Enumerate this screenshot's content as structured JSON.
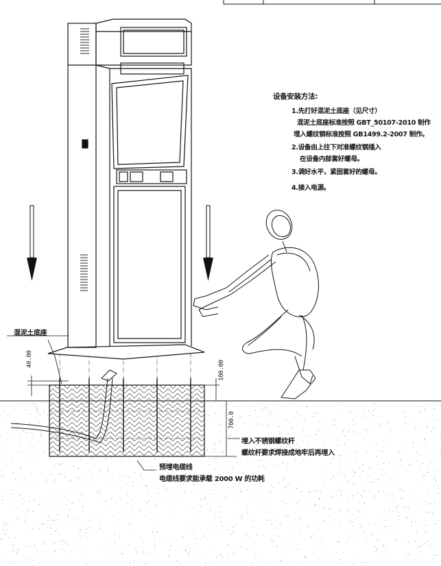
{
  "instructions": {
    "title": "设备安装方法:",
    "steps": [
      "1.先打好混泥土底座（见尺寸）",
      "混泥土底座标准按照 GBT_50107-2010 制作",
      "埋入螺纹钢标准按照 GB1499.2-2007 制作。",
      "2.设备由上往下对准螺纹钢插入",
      "在设备内部套好螺母。",
      "3.调好水平，紧固套好的螺母。",
      "4.接入电源。"
    ]
  },
  "labels": {
    "concrete_base": "混泥土底座",
    "bolt_line1": "埋入不锈钢螺纹杆",
    "bolt_line2": "螺纹杆要求焊接成地牢后再埋入",
    "cable_line1": "预埋电缆线",
    "cable_line2": "电缆线要求能承载 2000 W 的功耗"
  },
  "dimensions": {
    "d40": "40.00",
    "d100": "100.00",
    "d700": "700.0"
  },
  "colors": {
    "ink": "#111111",
    "ground_dots": "#9a9a9a",
    "background": "#ffffff"
  }
}
